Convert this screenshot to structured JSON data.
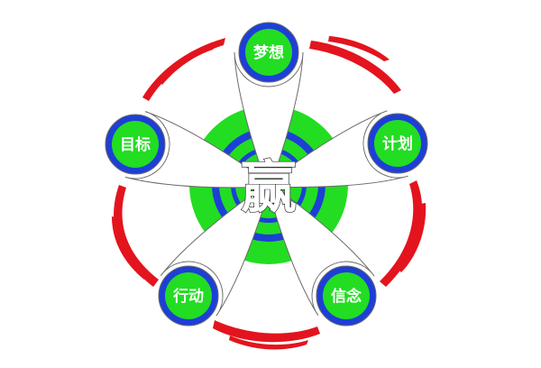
{
  "center": {
    "label": "赢"
  },
  "nodes": [
    {
      "label": "梦想"
    },
    {
      "label": "计划"
    },
    {
      "label": "信念"
    },
    {
      "label": "行动"
    },
    {
      "label": "目标"
    }
  ],
  "colors": {
    "ring_red": "#e3141d",
    "ring_green": "#22dd22",
    "ring_blue": "#1d3fd6",
    "petal_stroke": "#6a6a6a",
    "text": "#ffffff"
  }
}
